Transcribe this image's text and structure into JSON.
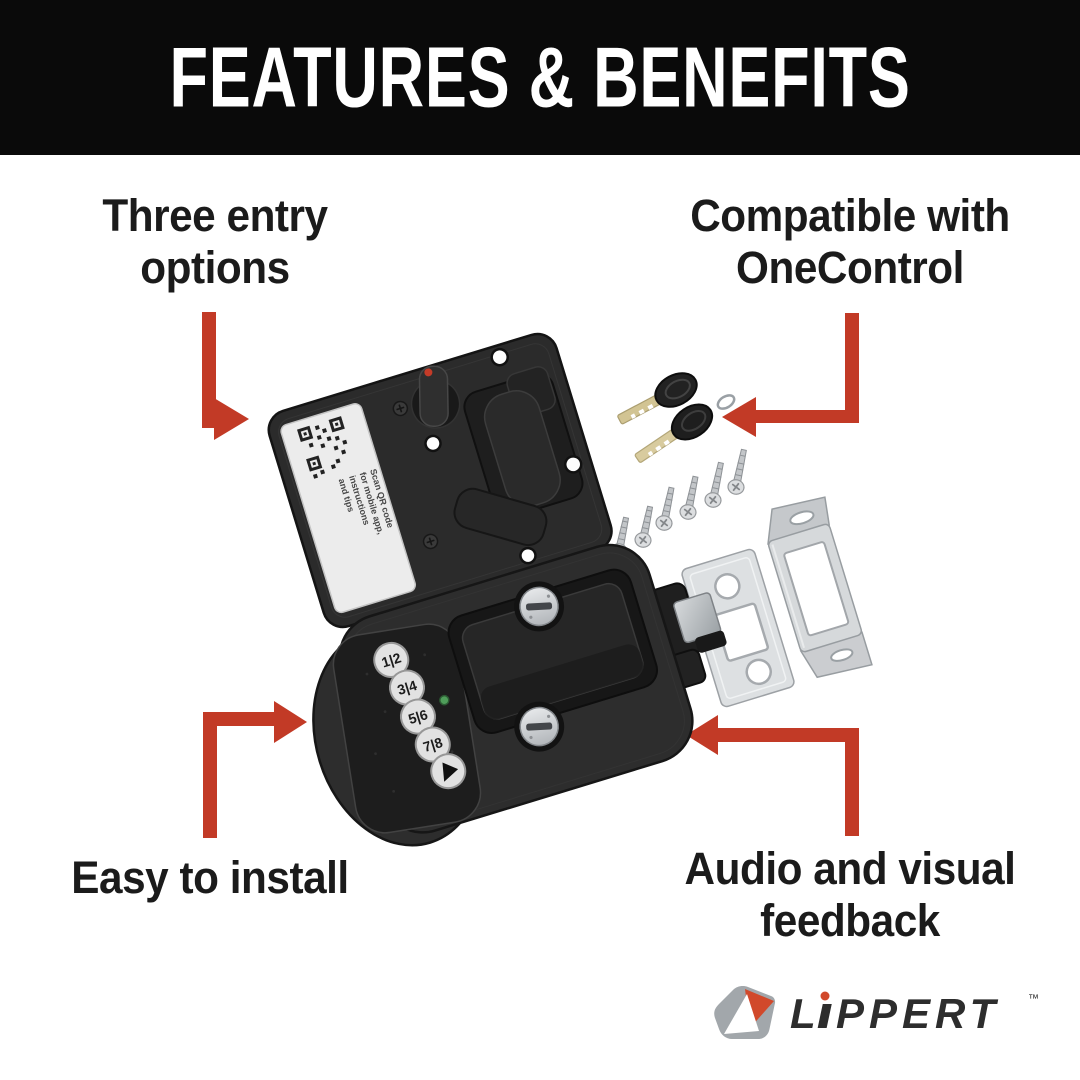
{
  "page": {
    "background": "#ffffff",
    "accent": "#c23a26"
  },
  "header": {
    "title": "FEATURES & BENEFITS",
    "background": "#0a0a0a",
    "text_color": "#ffffff"
  },
  "callouts": [
    {
      "id": "three-entry-options",
      "lines": [
        "Three entry",
        "options"
      ],
      "arrow": "elbow-down-right"
    },
    {
      "id": "compatible-onecontrol",
      "lines": [
        "Compatible with",
        "OneControl"
      ],
      "arrow": "elbow-down-left"
    },
    {
      "id": "easy-to-install",
      "lines": [
        "Easy to install",
        ""
      ],
      "arrow": "elbow-up-right"
    },
    {
      "id": "audio-visual-feedback",
      "lines": [
        "Audio and visual",
        "feedback"
      ],
      "arrow": "elbow-up-left"
    }
  ],
  "product": {
    "name": "RV keyless entry door lock set",
    "keypad": {
      "buttons": [
        "1|2",
        "3|4",
        "5|6",
        "7|8"
      ],
      "action_button_icon": "lock-triangle-icon",
      "led_color": "#4f9d5a"
    },
    "back_plate_label": {
      "icon": "qr-code",
      "lines": [
        "Scan QR code",
        "for mobile app,",
        "instructions",
        "and tips"
      ]
    },
    "hardware": {
      "keys": 2,
      "screws": 6,
      "strike_plates": 2
    }
  },
  "logo": {
    "brand": "LIPPERT",
    "trademark": "™",
    "text_pre": "L",
    "text_post": "PPERT",
    "mark_red": "#d1492b",
    "mark_gray": "#a2a7ab",
    "text_color": "#2d2d2d"
  }
}
